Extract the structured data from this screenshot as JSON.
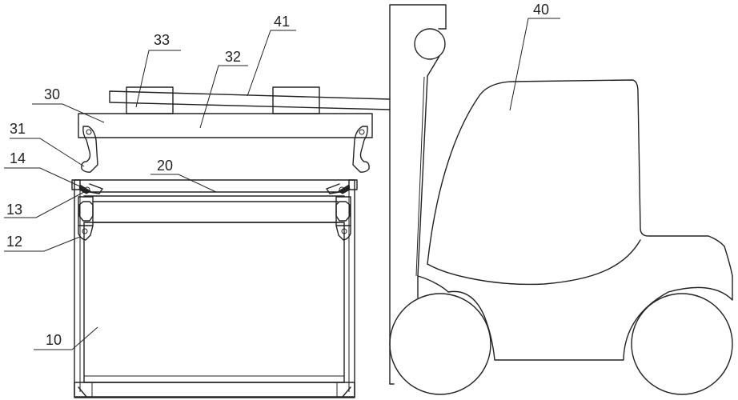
{
  "labels": {
    "l10": "10",
    "l12": "12",
    "l13": "13",
    "l14": "14",
    "l20": "20",
    "l30": "30",
    "l31": "31",
    "l32": "32",
    "l33": "33",
    "l40": "40",
    "l41": "41"
  }
}
